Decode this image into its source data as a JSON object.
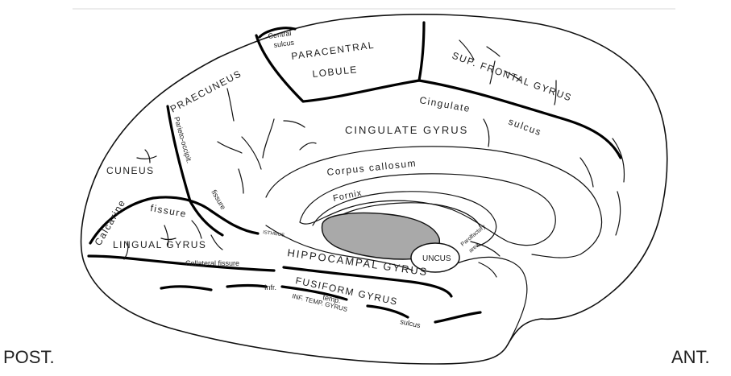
{
  "orientation": {
    "posterior": "POST.",
    "anterior": "ANT."
  },
  "labels": {
    "central_sulcus_1": "Central",
    "central_sulcus_2": "sulcus",
    "paracentral_1": "PARACENTRAL",
    "paracentral_2": "LOBULE",
    "sup_frontal": "SUP. FRONTAL GYRUS",
    "praecuneus": "PRAECUNEUS",
    "parieto_occipital": "Parieto-occipit.",
    "parieto_fissure": "fissure",
    "cingulate_sulcus_1": "Cingulate",
    "cingulate_sulcus_2": "sulcus",
    "cingulate_gyrus": "CINGULATE GYRUS",
    "cuneus": "CUNEUS",
    "corpus_callosum": "Corpus callosum",
    "fornix": "Fornix",
    "calcarine": "Calcarine",
    "calcarine_fissure": "fissure",
    "isthmus": "ISTHMUS",
    "lingual_gyrus": "LINGUAL GYRUS",
    "uncus": "UNCUS",
    "olfactory_area_1": "Parolfactory",
    "olfactory_area_2": "area",
    "collateral_fissure": "Collateral fissure",
    "hippocampal_gyrus": "HIPPOCAMPAL GYRUS",
    "fusiform_gyrus": "FUSIFORM GYRUS",
    "inf_1": "Infr.",
    "inf_2": "temp.",
    "inf_3": "sulcus",
    "inf_temp_gyrus": "INF. TEMP. GYRUS"
  },
  "colors": {
    "thalamus_fill": "#a9a9a9",
    "outline": "#111111"
  }
}
